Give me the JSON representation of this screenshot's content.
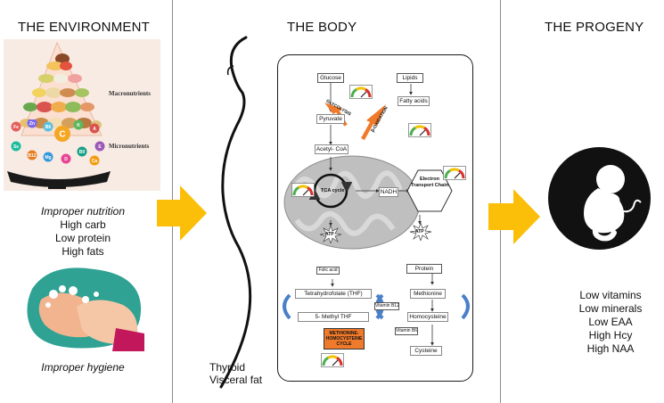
{
  "panels": {
    "environment": {
      "title": "THE ENVIRONMENT",
      "pyramid_labels": {
        "macronutrients": "Macronutrients",
        "micronutrients": "Micronutrients"
      },
      "micronutrient_letters": [
        "Fe",
        "Zn",
        "B6",
        "C",
        "K",
        "A",
        "E",
        "Se",
        "B12",
        "Mg",
        "D",
        "B9",
        "Ca"
      ],
      "nutrition_heading": "Improper nutrition",
      "nutrition_items": [
        "High carb",
        "Low protein",
        "High fats"
      ],
      "hygiene_caption": "Improper hygiene"
    },
    "body": {
      "title": "THE BODY",
      "side_items": [
        "Thyroid",
        "Visceral fat"
      ]
    },
    "progeny": {
      "title": "THE PROGENY",
      "outcomes": [
        "Low vitamins",
        "Low minerals",
        "Low EAA",
        "High Hcy",
        "High NAA"
      ]
    }
  },
  "metabolism": {
    "glucose": "Glucose",
    "lipids": "Lipids",
    "glycolysis": "GLYCOLYSIS",
    "fatty_acids": "Fatty acids",
    "pyruvate": "Pyruvate",
    "beta_oxidation": "β-OXIDATION",
    "acetyl_coa": "Acetyl- CoA",
    "tca_cycle": "TCA cycle",
    "nadh": "NADH",
    "etc": "Electron Transport Chain",
    "atp": "ATP"
  },
  "one_carbon": {
    "folic_acid": "Folic acid",
    "protein": "Protein",
    "thf": "Tetrahydrofolate (THF)",
    "methionine": "Methionine",
    "vitamin_b12": "Vitamin B12",
    "methyl_thf": "5- Methyl THF",
    "homocysteine": "Homocysteine",
    "vitamin_b6": "Vitamin B6",
    "cysteine": "Cysteine",
    "cycle_label": "METHIONINE-HOMOCYSTEINE CYCLE"
  },
  "colors": {
    "arrow": "#fbbf09",
    "pathway_arrow": "#f07a2b",
    "cycle_arrow": "#4a80c8",
    "mitochondrion": "#bfbfbf",
    "hygiene_bg": "#2fa293",
    "gauge_green": "#4caf50",
    "gauge_yellow": "#f2c200",
    "gauge_red": "#d9302c"
  }
}
